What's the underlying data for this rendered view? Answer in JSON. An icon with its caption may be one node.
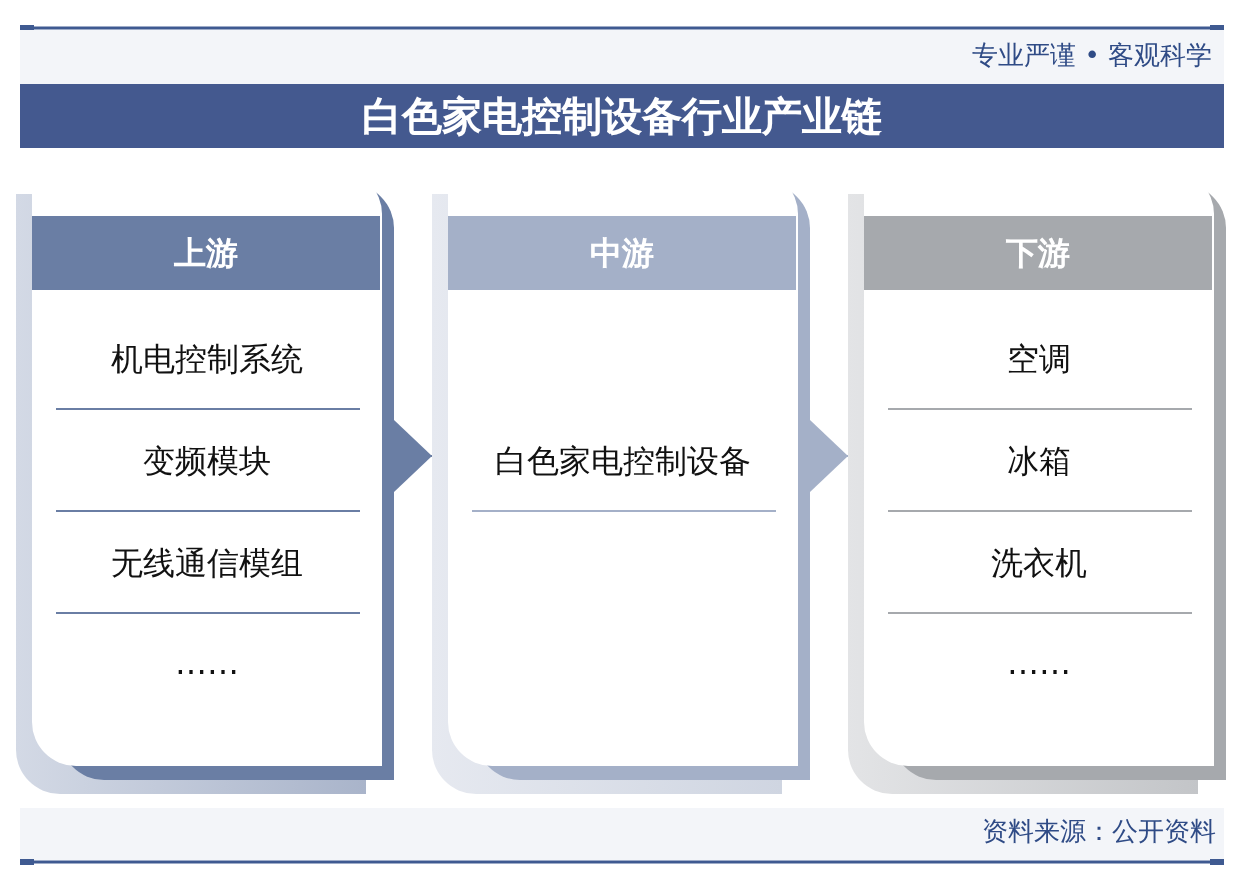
{
  "diagram": {
    "title": "白色家电控制设备行业产业链",
    "nodes": [
      {
        "text": [
          "上游",
          "机电控制系统",
          "变频模块",
          "无线通信模组",
          "……"
        ]
      },
      {
        "text": [
          "中游",
          "白色家电控制设备"
        ]
      },
      {
        "text": [
          "下游",
          "空调",
          "冰箱",
          "洗衣机",
          "……"
        ]
      }
    ],
    "edges": [
      {
        "from": 0,
        "to": 1,
        "arrow": "to",
        "color": "#6a7ea4"
      },
      {
        "from": 1,
        "to": 2,
        "arrow": "to",
        "color": "#a4b0c8"
      }
    ],
    "labels": [
      "专业严谨 • 客观科学",
      "资料来源：公开资料"
    ]
  }
}
